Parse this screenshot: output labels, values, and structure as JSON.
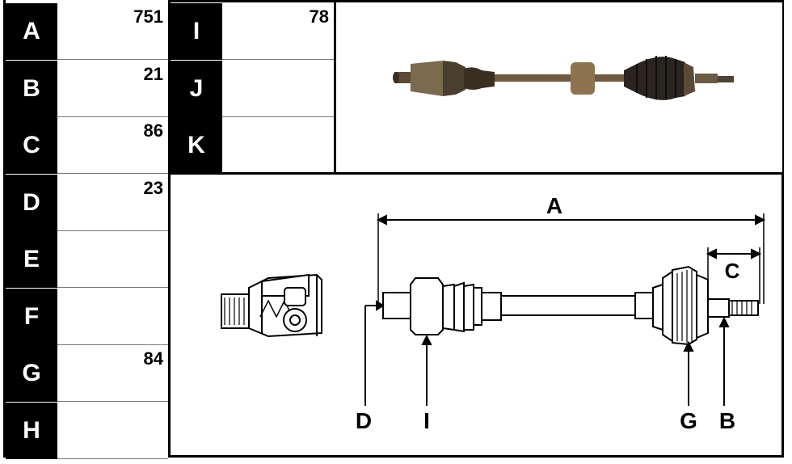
{
  "table_left": [
    {
      "letter": "A",
      "value": "751"
    },
    {
      "letter": "B",
      "value": "21"
    },
    {
      "letter": "C",
      "value": "86"
    },
    {
      "letter": "D",
      "value": "23"
    },
    {
      "letter": "E",
      "value": ""
    },
    {
      "letter": "F",
      "value": ""
    },
    {
      "letter": "G",
      "value": "84"
    },
    {
      "letter": "H",
      "value": ""
    }
  ],
  "table_mid": [
    {
      "letter": "I",
      "value": "78"
    },
    {
      "letter": "J",
      "value": ""
    },
    {
      "letter": "K",
      "value": ""
    }
  ],
  "diagram_labels": {
    "A": "A",
    "C": "C",
    "D": "D",
    "I": "I",
    "G": "G",
    "B": "B"
  }
}
